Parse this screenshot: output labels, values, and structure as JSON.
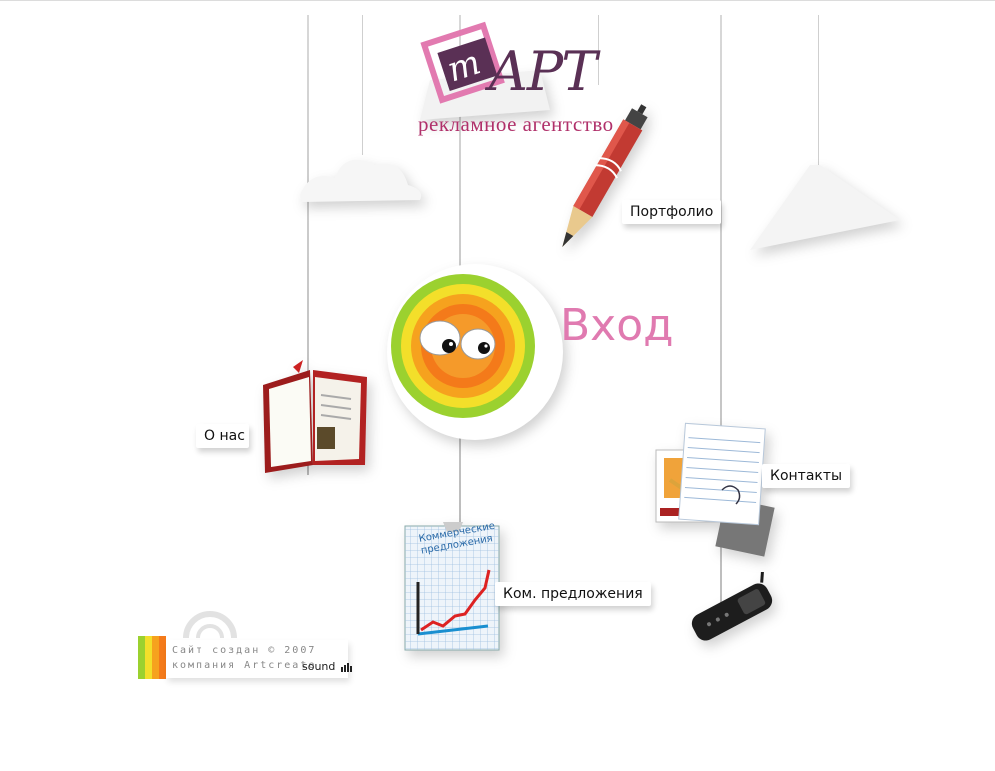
{
  "logo": {
    "mark_letter": "m",
    "name": "АРТ",
    "tagline": "рекламное агентство"
  },
  "nav": {
    "portfolio": "Портфолио",
    "enter": "Вход",
    "about": "О нас",
    "contacts": "Контакты",
    "offers": "Ком. предложения"
  },
  "chart_card": {
    "title_line1": "Коммерческие",
    "title_line2": "предложения"
  },
  "footer": {
    "line1": "Сайт создан © 2007",
    "line2": "компания  Artcreate",
    "sound_label": "sound"
  },
  "colors": {
    "accent_pink": "#e07ab0",
    "logo_purple": "#5a3055",
    "tagline_magenta": "#b0306a"
  }
}
